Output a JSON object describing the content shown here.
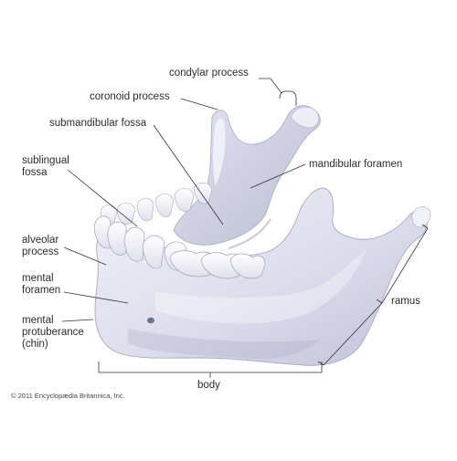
{
  "labels": {
    "condylar_process": "condylar process",
    "coronoid_process": "coronoid process",
    "submandibular_fossa": "submandibular fossa",
    "sublingual_fossa": [
      "sublingual",
      "fossa"
    ],
    "mandibular_foramen": "mandibular foramen",
    "alveolar_process": [
      "alveolar",
      "process"
    ],
    "mental_foramen": [
      "mental",
      "foramen"
    ],
    "mental_protuberance": [
      "mental",
      "protuberance",
      "(chin)"
    ],
    "ramus": "ramus",
    "body": "body"
  },
  "copyright": "© 2011 Encyclopædia Britannica, Inc.",
  "colors": {
    "bone_light": "#eeeef6",
    "bone_mid": "#d6d7e8",
    "bone_shadow": "#b4b6cf",
    "tooth": "#f4f4f8",
    "leader": "#333333"
  }
}
